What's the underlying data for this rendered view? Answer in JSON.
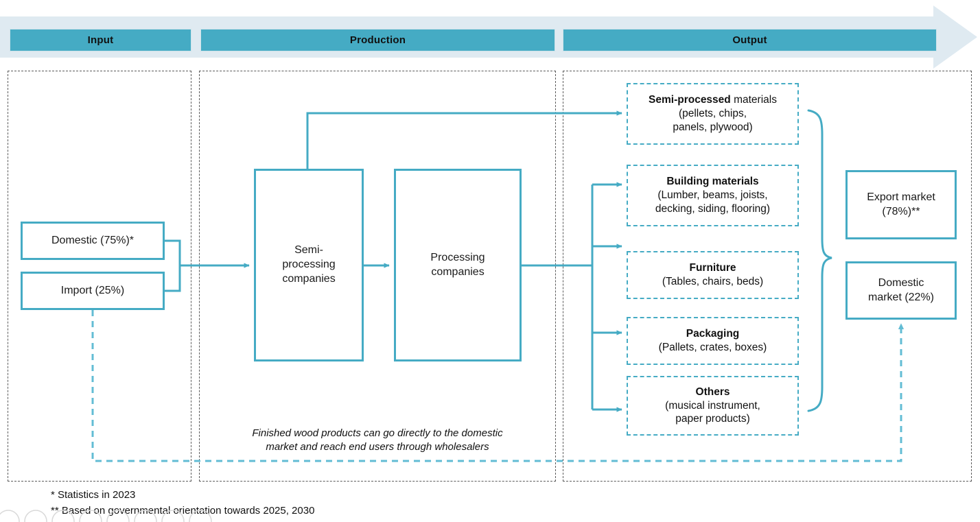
{
  "header": {
    "phases": [
      {
        "key": "input",
        "label": "Input"
      },
      {
        "key": "production",
        "label": "Production"
      },
      {
        "key": "output",
        "label": "Output"
      }
    ]
  },
  "input": {
    "boxes": [
      {
        "key": "domestic",
        "label": "Domestic (75%)*"
      },
      {
        "key": "import",
        "label": "Import (25%)"
      }
    ]
  },
  "production": {
    "boxes": [
      {
        "key": "semi_processing",
        "line1": "Semi-",
        "line2": "processing",
        "line3": "companies"
      },
      {
        "key": "processing",
        "line1": "Processing",
        "line2": "companies"
      }
    ],
    "note": {
      "line1": "Finished wood products can go directly to the domestic",
      "line2": "market and reach end users through wholesalers"
    }
  },
  "output": {
    "products": [
      {
        "key": "semi_processed",
        "title": "Semi-processed",
        "detail": "materials (pellets, chips,",
        "detail2": "panels, plywood)"
      },
      {
        "key": "building",
        "title": "Building materials",
        "detail": "(Lumber, beams, joists,",
        "detail2": "decking, siding, flooring)"
      },
      {
        "key": "furniture",
        "title": "Furniture",
        "detail": "(Tables, chairs, beds)",
        "detail2": ""
      },
      {
        "key": "packaging",
        "title": "Packaging",
        "detail": "(Pallets, crates, boxes)",
        "detail2": ""
      },
      {
        "key": "others",
        "title": "Others",
        "detail": "(musical instrument,",
        "detail2": "paper products)"
      }
    ],
    "markets": [
      {
        "key": "export",
        "line1": "Export market",
        "line2": "(78%)**"
      },
      {
        "key": "domestic",
        "line1": "Domestic",
        "line2": "market (22%)"
      }
    ]
  },
  "footnotes": {
    "one": "* Statistics in 2023",
    "two": "** Based on governmental orientation towards 2025, 2030"
  },
  "colors": {
    "accent": "#45abc4",
    "accent_light": "#dfeaf1",
    "lane_border": "#5a5a5a",
    "text": "#111111"
  }
}
